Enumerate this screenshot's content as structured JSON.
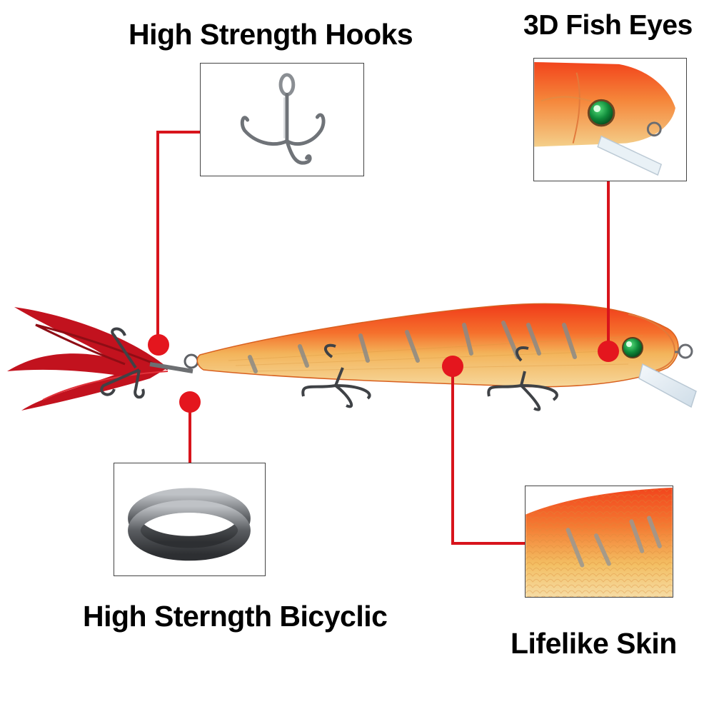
{
  "labels": {
    "hooks": "High Strength Hooks",
    "eyes": "3D Fish Eyes",
    "rings": "High Sterngth Bicyclic",
    "skin": "Lifelike Skin"
  },
  "colors": {
    "callout_red": "#e4161e",
    "lure_orange": "#f2441c",
    "lure_belly": "#f1c56a",
    "eye_green": "#0f8a3a",
    "feather_red": "#c2121e",
    "steel": "#7b7f84"
  }
}
